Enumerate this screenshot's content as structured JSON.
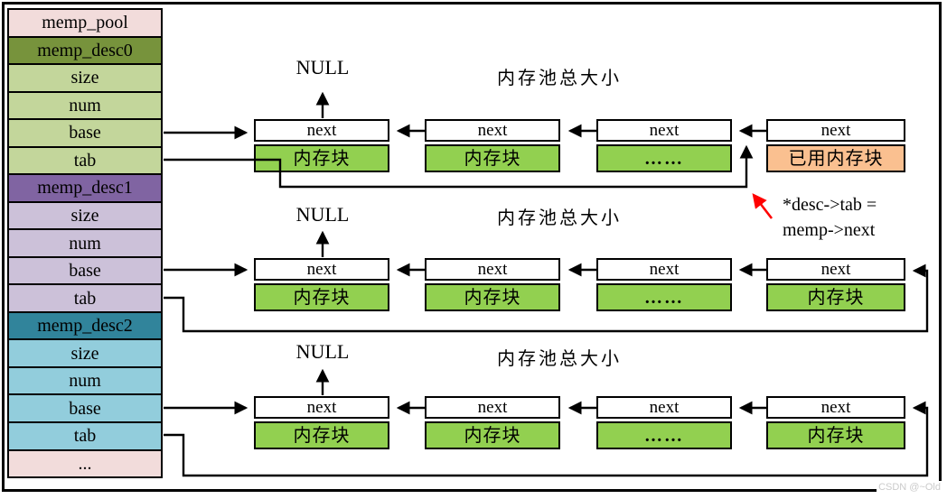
{
  "sidebar": {
    "rows": [
      {
        "label": "memp_pool"
      },
      {
        "label": "memp_desc0"
      },
      {
        "label": "size"
      },
      {
        "label": "num"
      },
      {
        "label": "base"
      },
      {
        "label": "tab"
      },
      {
        "label": "memp_desc1"
      },
      {
        "label": "size"
      },
      {
        "label": "num"
      },
      {
        "label": "base"
      },
      {
        "label": "tab"
      },
      {
        "label": "memp_desc2"
      },
      {
        "label": "size"
      },
      {
        "label": "num"
      },
      {
        "label": "base"
      },
      {
        "label": "tab"
      },
      {
        "label": "..."
      }
    ]
  },
  "pools": [
    {
      "null_label": "NULL",
      "pool_size_label": "内存池总大小",
      "nodes": [
        {
          "next": "next",
          "block": "内存块",
          "state": "free"
        },
        {
          "next": "next",
          "block": "内存块",
          "state": "free"
        },
        {
          "next": "next",
          "block": "……",
          "state": "free"
        },
        {
          "next": "next",
          "block": "已用内存块",
          "state": "used"
        }
      ]
    },
    {
      "null_label": "NULL",
      "pool_size_label": "内存池总大小",
      "nodes": [
        {
          "next": "next",
          "block": "内存块",
          "state": "free"
        },
        {
          "next": "next",
          "block": "内存块",
          "state": "free"
        },
        {
          "next": "next",
          "block": "……",
          "state": "free"
        },
        {
          "next": "next",
          "block": "内存块",
          "state": "free"
        }
      ]
    },
    {
      "null_label": "NULL",
      "pool_size_label": "内存池总大小",
      "nodes": [
        {
          "next": "next",
          "block": "内存块",
          "state": "free"
        },
        {
          "next": "next",
          "block": "内存块",
          "state": "free"
        },
        {
          "next": "next",
          "block": "……",
          "state": "free"
        },
        {
          "next": "next",
          "block": "内存块",
          "state": "free"
        }
      ]
    }
  ],
  "annotation": {
    "line1": "*desc->tab =",
    "line2": "memp->next"
  },
  "watermark": "CSDN @~Old",
  "colors": {
    "pool_header_bg": "#F2DCDB",
    "desc0_header_bg": "#77933C",
    "desc0_field_bg": "#C3D69B",
    "desc1_header_bg": "#8064A2",
    "desc1_field_bg": "#CCC1D9",
    "desc2_header_bg": "#31849B",
    "desc2_field_bg": "#92CDDC",
    "free_block_bg": "#92D050",
    "used_block_bg": "#FAC090",
    "next_box_bg": "#FFFFFF",
    "arrow_color": "#000000",
    "annotation_arrow_color": "#FF0000",
    "watermark_color": "#CBCBCB"
  }
}
